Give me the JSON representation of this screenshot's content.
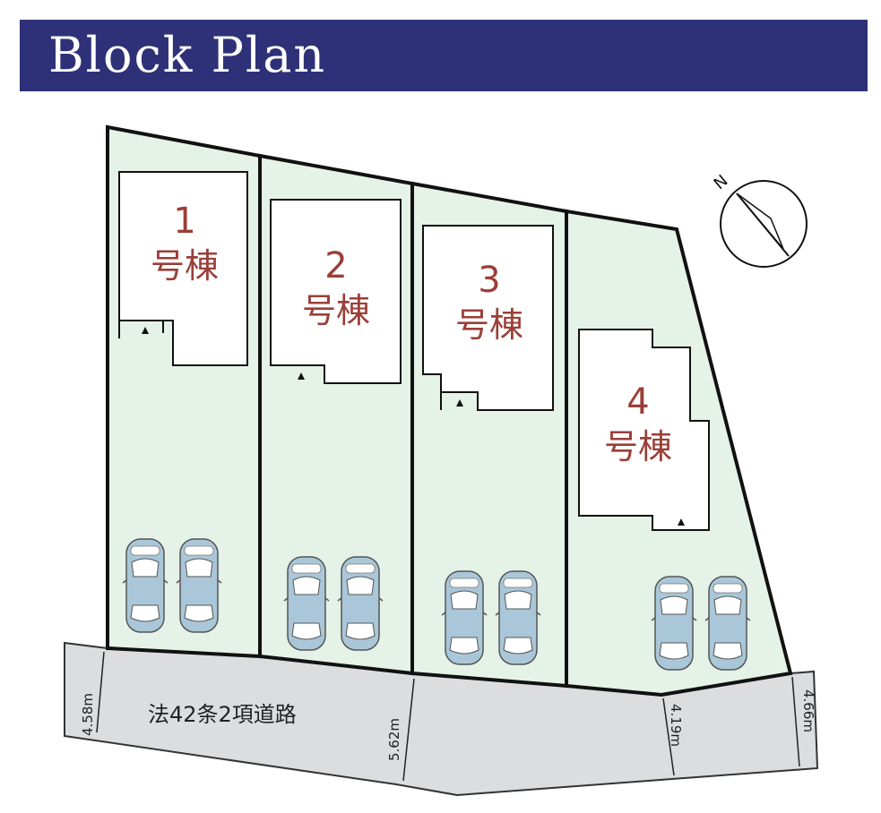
{
  "header": {
    "title": "Block Plan"
  },
  "lots": [
    {
      "number": "1",
      "name": "号棟"
    },
    {
      "number": "2",
      "name": "号棟"
    },
    {
      "number": "3",
      "name": "号棟"
    },
    {
      "number": "4",
      "name": "号棟"
    }
  ],
  "road": {
    "label": "法42条2項道路",
    "widths": [
      "4.58m",
      "5.62m",
      "4.19m",
      "4.66m"
    ]
  },
  "compass": {
    "north_label": "N",
    "icon": "north-arrow-icon"
  },
  "colors": {
    "header_bg": "#2e3177",
    "lot_fill": "#e4f2e7",
    "road_fill": "#dcdddf",
    "lot_label": "#9a3f38",
    "car_body": "#a9c7d8"
  },
  "icons": [
    "car-icon",
    "entrance-triangle-icon",
    "north-arrow-icon"
  ]
}
